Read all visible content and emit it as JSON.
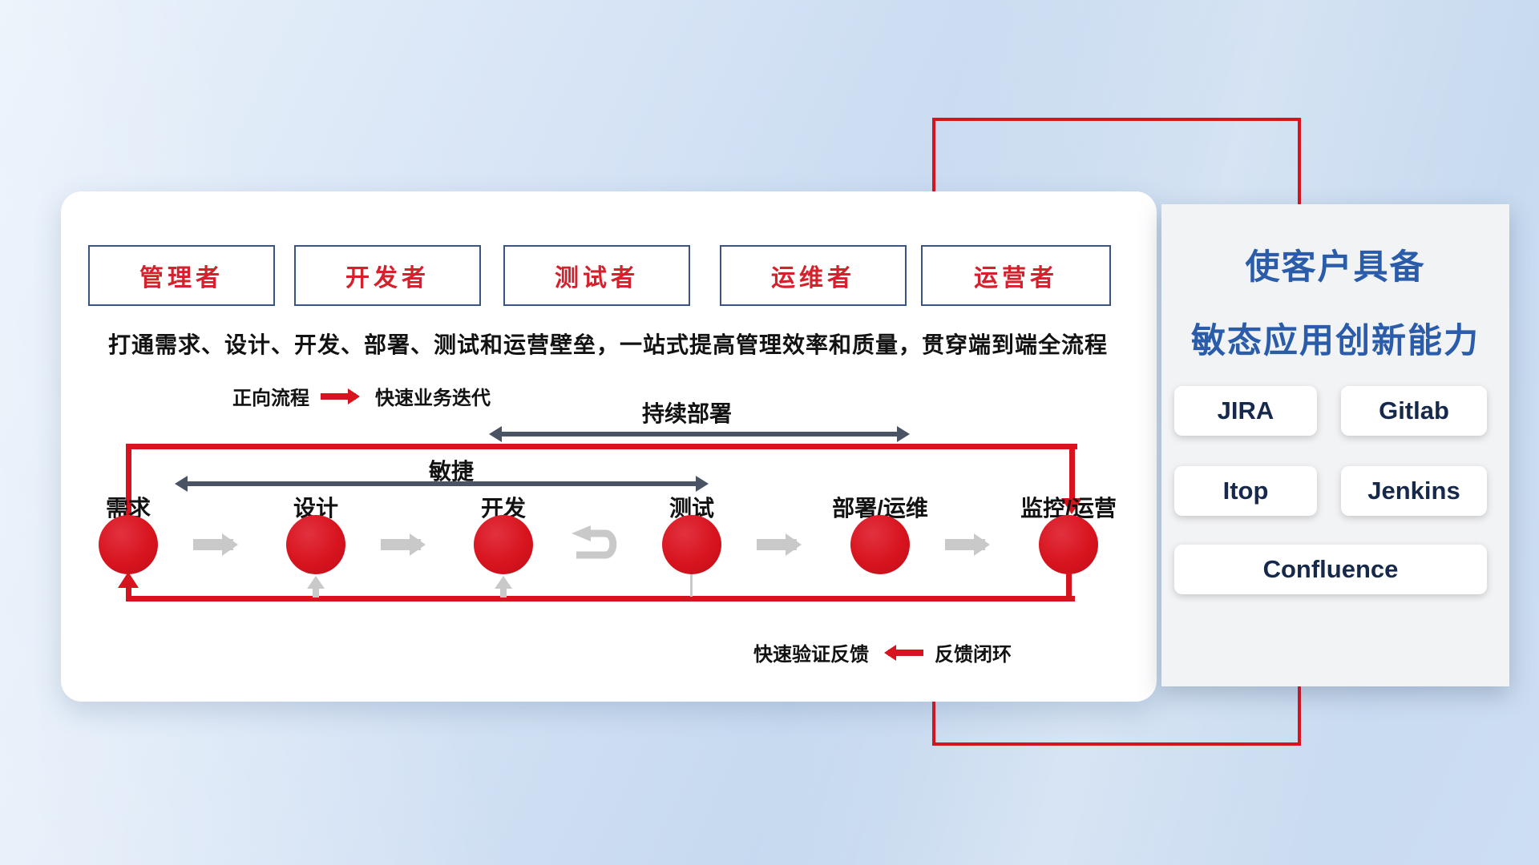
{
  "roles": [
    "管理者",
    "开发者",
    "测试者",
    "运维者",
    "运营者"
  ],
  "subtitle": "打通需求、设计、开发、部署、测试和运营壁垒，一站式提高管理效率和质量，贯穿端到端全流程",
  "forward_legend": {
    "label": "正向流程",
    "desc": "快速业务迭代"
  },
  "span_arrows": {
    "continuous_deployment": "持续部署",
    "agile": "敏捷"
  },
  "stages": [
    "需求",
    "设计",
    "开发",
    "测试",
    "部署/运维",
    "监控/运营"
  ],
  "feedback_legend": {
    "label": "快速验证反馈",
    "desc": "反馈闭环"
  },
  "right_panel": {
    "title_line1": "使客户具备",
    "title_line2": "敏态应用创新能力",
    "tools": [
      "JIRA",
      "Gitlab",
      "Itop",
      "Jenkins",
      "Confluence"
    ]
  },
  "colors": {
    "accent_red": "#d7141e",
    "dark_arrow": "#4a5364",
    "gray_arrow": "#c9c9c9",
    "title_blue": "#2a5caa",
    "tool_text_navy": "#16294b",
    "role_border_blue": "#39557f"
  }
}
